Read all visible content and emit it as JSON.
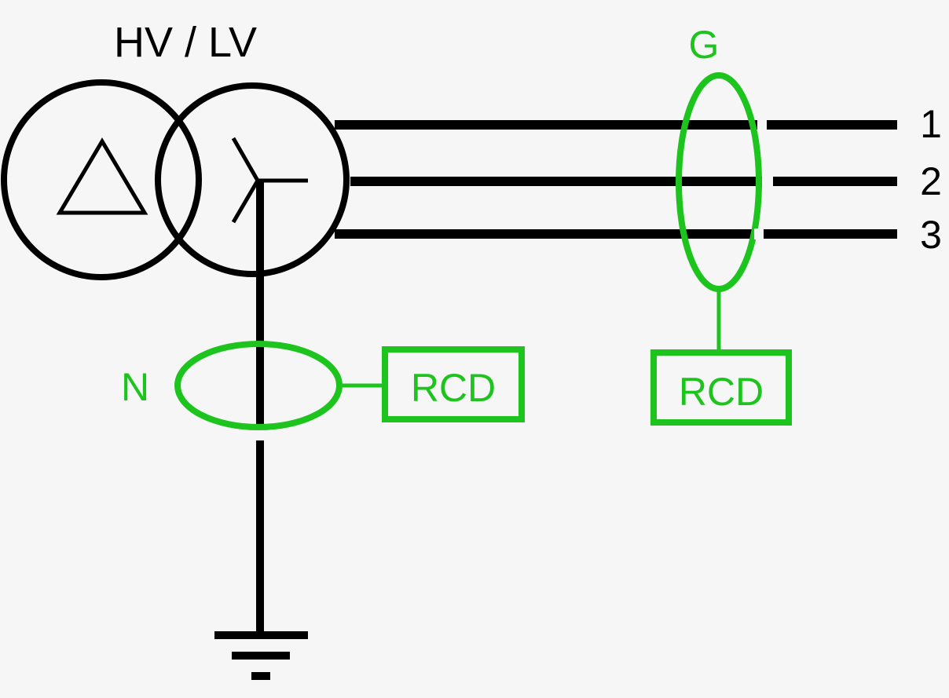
{
  "transformer": {
    "label": "HV / LV",
    "hv_symbol": "delta-icon",
    "lv_symbol": "wye-icon"
  },
  "phases": {
    "labels": [
      "1",
      "2",
      "3"
    ]
  },
  "neutral": {
    "label": "N",
    "rcd_label": "RCD"
  },
  "general": {
    "label": "G",
    "rcd_label": "RCD"
  },
  "colors": {
    "line": "#000000",
    "accent": "#1ec41e",
    "background": "#f6f6f6"
  }
}
